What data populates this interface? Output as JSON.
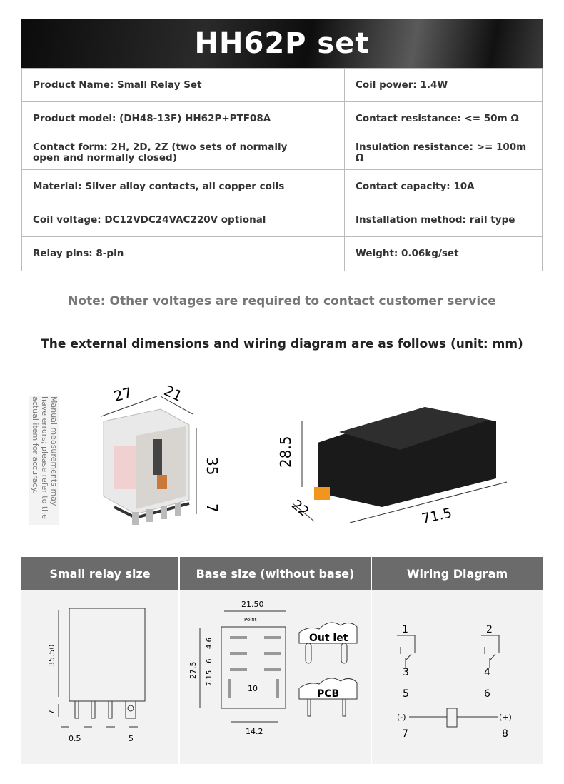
{
  "title": "HH62P set",
  "specs": [
    [
      "Product Name: Small Relay Set",
      "Coil power: 1.4W"
    ],
    [
      "Product model: (DH48-13F) HH62P+PTF08A",
      "Contact resistance: <= 50m Ω"
    ],
    [
      "Contact form: 2H, 2D, 2Z (two sets of normally open and normally closed)",
      "Insulation resistance: >= 100m Ω"
    ],
    [
      "Material: Silver alloy contacts, all copper coils",
      "Contact capacity: 10A"
    ],
    [
      "Coil voltage: DC12VDC24VAC220V optional",
      "Installation method: rail type"
    ],
    [
      "Relay pins: 8-pin",
      "Weight: 0.06kg/set"
    ]
  ],
  "note": "Note: Other voltages are required to contact customer service",
  "dims_heading": "The external dimensions and wiring diagram are as follows (unit: mm)",
  "photo_note": "Manual measurements may have errors; please refer to the actual item for accuracy.",
  "relay_photo": {
    "w": "27",
    "d": "21",
    "h": "35",
    "pin": "7"
  },
  "base_photo": {
    "h": "28.5",
    "d": "22",
    "l": "71.5"
  },
  "panels": {
    "relay": {
      "title": "Small relay size",
      "h": "35.50",
      "pin": "7",
      "pw": "0.5",
      "tab": "5"
    },
    "base": {
      "title": "Base size (without base)",
      "w": "21.50",
      "point": "Point",
      "h": "27.5",
      "a": "4.6",
      "b": "6",
      "c": "7.15",
      "d": "10",
      "e": "14.2",
      "outlet": "Out let",
      "pcb": "PCB"
    },
    "wiring": {
      "title": "Wiring Diagram",
      "p1": "1",
      "p2": "2",
      "p3": "3",
      "p4": "4",
      "p5": "5",
      "p6": "6",
      "p7": "7",
      "p8": "8",
      "neg": "(-)",
      "pos": "(+)"
    }
  }
}
